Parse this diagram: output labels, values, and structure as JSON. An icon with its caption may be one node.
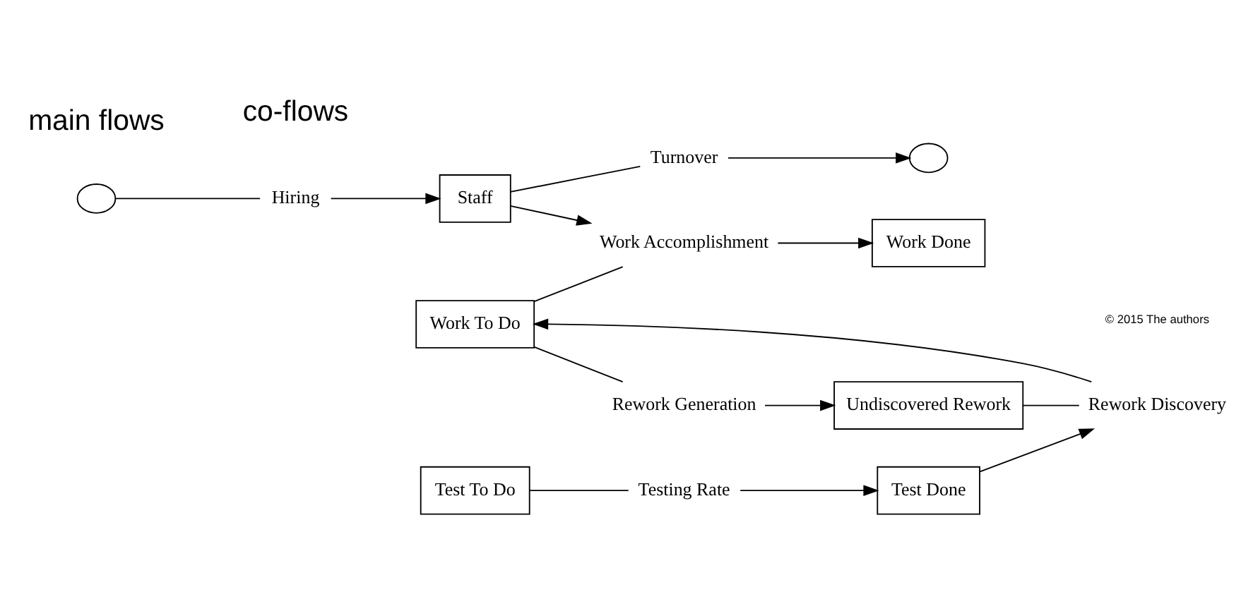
{
  "diagram": {
    "nodes": [
      {
        "text": [
          "Work Accomplishment"
        ]
      },
      {
        "text": [
          "Work Done"
        ]
      },
      {
        "text": [],
        "shape": "cloud"
      },
      {
        "text": [
          "Hiring"
        ]
      },
      {
        "text": [
          "Staff"
        ]
      },
      {
        "text": [
          "Turnover"
        ]
      },
      {
        "text": [],
        "shape": "cloud"
      },
      {
        "text": [
          "Work To Do"
        ]
      },
      {
        "text": [
          "Rework Generation"
        ]
      },
      {
        "text": [
          "Undiscovered Rework"
        ]
      },
      {
        "text": [
          "Test To Do"
        ]
      },
      {
        "text": [
          "Testing Rate"
        ]
      },
      {
        "text": [
          "Test Done"
        ]
      },
      {
        "text": [
          "Rework Discovery"
        ]
      }
    ],
    "edges": [
      {
        "from": 7,
        "to": 0,
        "arrow": "none"
      },
      {
        "from": 0,
        "to": 1,
        "arrow": "to"
      },
      {
        "from": 2,
        "to": 3,
        "arrow": "none"
      },
      {
        "from": 3,
        "to": 4,
        "arrow": "to"
      },
      {
        "from": 4,
        "to": 5,
        "arrow": "none"
      },
      {
        "from": 5,
        "to": 6,
        "arrow": "to"
      },
      {
        "from": 7,
        "to": 8,
        "arrow": "none"
      },
      {
        "from": 8,
        "to": 9,
        "arrow": "to"
      },
      {
        "from": 9,
        "to": 13,
        "arrow": "none"
      },
      {
        "from": 13,
        "to": 7,
        "arrow": "to"
      },
      {
        "from": 10,
        "to": 11,
        "arrow": "none"
      },
      {
        "from": 11,
        "to": 12,
        "arrow": "to"
      },
      {
        "from": 4,
        "to": 0,
        "arrow": "to"
      },
      {
        "from": 12,
        "to": 13,
        "arrow": "to"
      }
    ],
    "labels": [
      "main flows",
      "co-flows",
      "© 2015 The authors"
    ]
  }
}
